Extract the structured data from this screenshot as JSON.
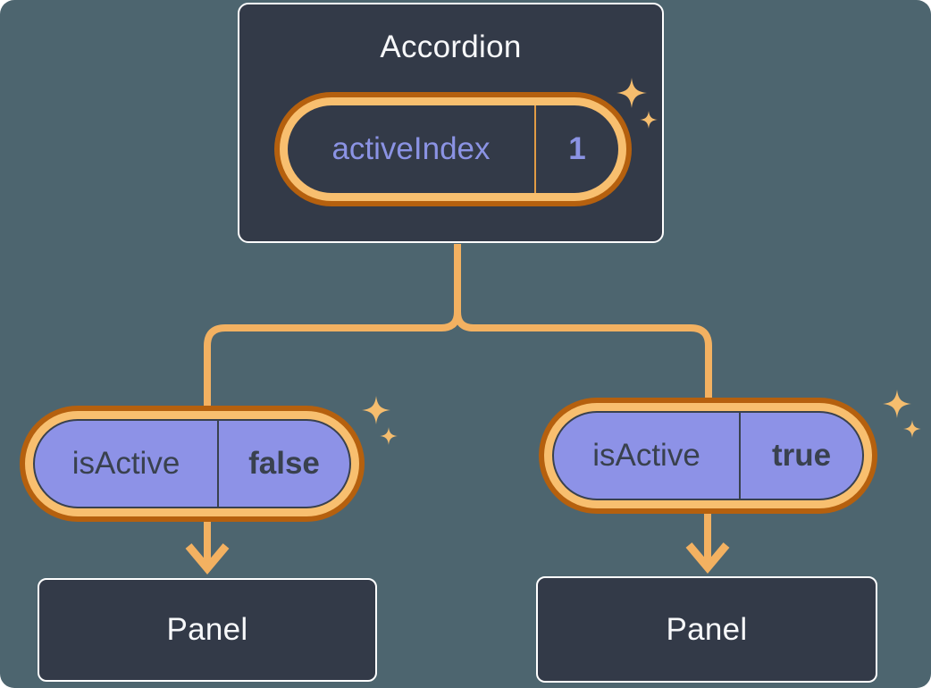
{
  "root": {
    "title": "Accordion",
    "state": {
      "name": "activeIndex",
      "value": "1"
    }
  },
  "children": [
    {
      "prop": {
        "name": "isActive",
        "value": "false"
      },
      "panel": {
        "title": "Panel"
      }
    },
    {
      "prop": {
        "name": "isActive",
        "value": "true"
      },
      "panel": {
        "title": "Panel"
      }
    }
  ],
  "icons": {
    "sparkle": "four-point-sparkle"
  },
  "colors": {
    "background": "#4d656f",
    "node_fill": "#333a48",
    "node_border": "#ffffff",
    "node_text": "#f7f8fa",
    "state_text": "#8b93e4",
    "state_divider": "#e29c45",
    "prop_fill": "#8d92e7",
    "prop_text": "#39414e",
    "ring_outer": "#b5600e",
    "ring_inner": "#f8bf6f",
    "connector": "#f3b161",
    "sparkle": "#f5bd6e"
  }
}
